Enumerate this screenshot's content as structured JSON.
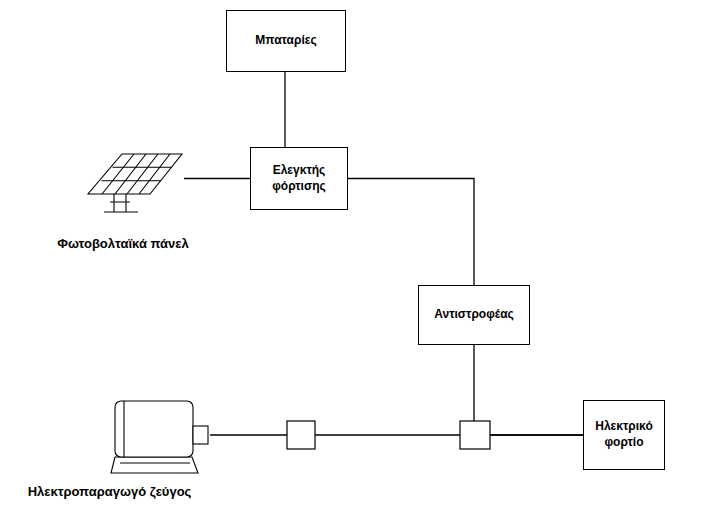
{
  "diagram": {
    "nodes": [
      {
        "text": [
          "Μπαταρίες"
        ]
      },
      {
        "text": [
          "Φωτοβολταϊκά πάνελ"
        ]
      },
      {
        "text": [
          "Ελεγκτής φόρτισης"
        ]
      },
      {
        "text": [
          "Αντιστροφέας"
        ]
      },
      {
        "text": [
          "Ηλεκτροπαραγωγό ζεύγος"
        ]
      },
      {
        "text": [
          "Ηλεκτρικό φορτίο"
        ]
      }
    ],
    "edges": [
      {
        "from": 1,
        "to": 2,
        "arrow": "none"
      },
      {
        "from": 2,
        "to": 0,
        "arrow": "none"
      },
      {
        "from": 2,
        "to": 3,
        "arrow": "none"
      },
      {
        "from": 4,
        "to": 5,
        "arrow": "none"
      },
      {
        "from": 3,
        "to": 5,
        "arrow": "none"
      }
    ]
  }
}
